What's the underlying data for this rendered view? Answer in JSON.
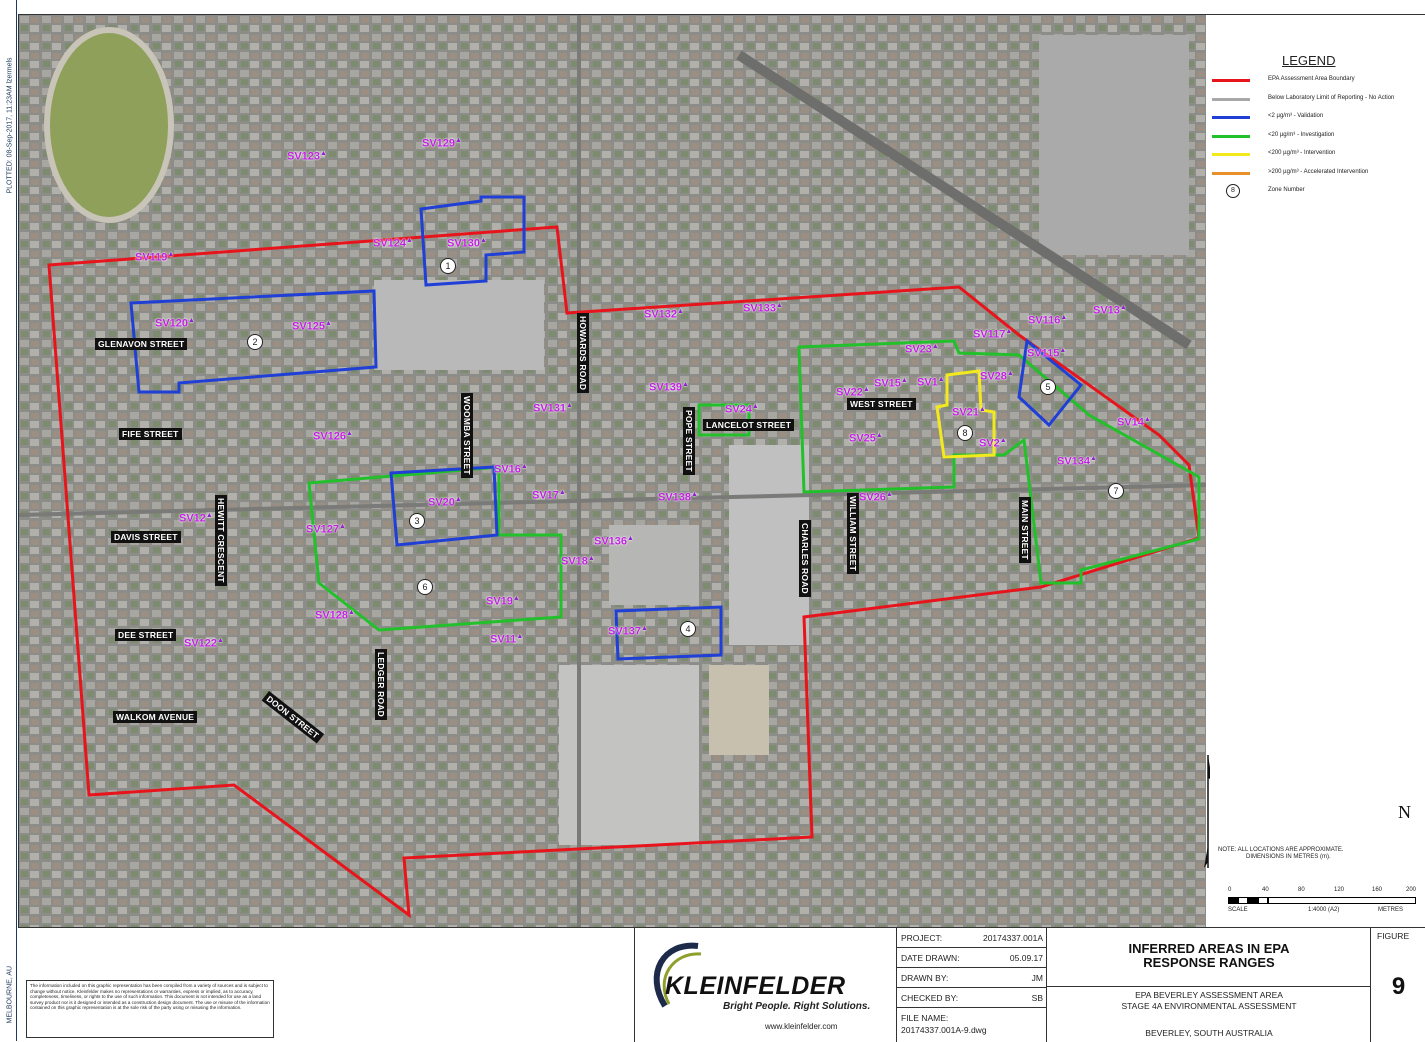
{
  "sidebar": {
    "plotted": "PLOTTED: 08-Sep-2017, 11:23AM   lzermels",
    "city": "MELBOURNE, AU"
  },
  "streets": [
    {
      "label": "GLENAVON STREET"
    },
    {
      "label": "FIFE STREET"
    },
    {
      "label": "DAVIS STREET"
    },
    {
      "label": "DEE STREET"
    },
    {
      "label": "WALKOM AVENUE"
    },
    {
      "label": "HEWITT CRESCENT"
    },
    {
      "label": "DOON STREET"
    },
    {
      "label": "LEDGER ROAD"
    },
    {
      "label": "WOOMBA STREET"
    },
    {
      "label": "HOWARDS ROAD"
    },
    {
      "label": "POPE STREET"
    },
    {
      "label": "LANCELOT STREET"
    },
    {
      "label": "CHARLES ROAD"
    },
    {
      "label": "WILLIAM STREET"
    },
    {
      "label": "WEST STREET"
    },
    {
      "label": "MAIN STREET"
    }
  ],
  "sample_points": [
    {
      "label": "SV123"
    },
    {
      "label": "SV129"
    },
    {
      "label": "SV119"
    },
    {
      "label": "SV124"
    },
    {
      "label": "SV130"
    },
    {
      "label": "SV120"
    },
    {
      "label": "SV125"
    },
    {
      "label": "SV126"
    },
    {
      "label": "SV12"
    },
    {
      "label": "SV127"
    },
    {
      "label": "SV128"
    },
    {
      "label": "SV122"
    },
    {
      "label": "SV20"
    },
    {
      "label": "SV16"
    },
    {
      "label": "SV17"
    },
    {
      "label": "SV19"
    },
    {
      "label": "SV11"
    },
    {
      "label": "SV18"
    },
    {
      "label": "SV136"
    },
    {
      "label": "SV131"
    },
    {
      "label": "SV132"
    },
    {
      "label": "SV133"
    },
    {
      "label": "SV139"
    },
    {
      "label": "SV138"
    },
    {
      "label": "SV137"
    },
    {
      "label": "SV24"
    },
    {
      "label": "SV23"
    },
    {
      "label": "SV22"
    },
    {
      "label": "SV15"
    },
    {
      "label": "SV1"
    },
    {
      "label": "SV21"
    },
    {
      "label": "SV28"
    },
    {
      "label": "SV25"
    },
    {
      "label": "SV26"
    },
    {
      "label": "SV117"
    },
    {
      "label": "SV116"
    },
    {
      "label": "SV13"
    },
    {
      "label": "SV115"
    },
    {
      "label": "SV134"
    },
    {
      "label": "SV2"
    },
    {
      "label": "SV14"
    }
  ],
  "zones": [
    "1",
    "2",
    "3",
    "4",
    "5",
    "6",
    "7",
    "8"
  ],
  "legend": {
    "title": "LEGEND",
    "items": [
      {
        "color": "#e8141c",
        "label": "EPA Assessment Area Boundary"
      },
      {
        "color": "#a8a8a8",
        "label": "Below Laboratory Limit of Reporting - No Action"
      },
      {
        "color": "#1f3fd6",
        "label": "<2 µg/m³ - Validation"
      },
      {
        "color": "#22c02a",
        "label": "<20 µg/m³ - Investigation"
      },
      {
        "color": "#f2ea1c",
        "label": "<200 µg/m³ - Intervention"
      },
      {
        "color": "#e8902a",
        "label": ">200 µg/m³ - Accelerated Intervention"
      }
    ],
    "zone_label": "Zone Number",
    "zone_symbol": "8"
  },
  "north": "N",
  "note": {
    "line1": "NOTE:  ALL LOCATIONS ARE APPROXIMATE.",
    "line2": "DIMENSIONS IN METRES (m)."
  },
  "scale": {
    "ticks": [
      "0",
      "40",
      "80",
      "120",
      "160",
      "200"
    ],
    "scale_label": "SCALE",
    "ratio": "1:4000  (A2)",
    "units": "METRES"
  },
  "disclaimer": "The information included on this graphic representation has been compiled from a variety of sources and is subject to change without notice. Kleinfelder makes no representations or warranties, express or implied, as to accuracy, completeness, timeliness, or rights to the use of such information. This document is not intended for use as a land survey product nor is it designed or intended as a construction design document. The use or misuse of the information contained on this graphic representation is at the sole risk of the party using or misusing the information.",
  "company": {
    "name": "KLEINFELDER",
    "tagline": "Bright People. Right Solutions.",
    "url": "www.kleinfelder.com"
  },
  "info": {
    "project_k": "PROJECT:",
    "project_v": "20174337.001A",
    "date_k": "DATE DRAWN:",
    "date_v": "05.09.17",
    "drawn_k": "DRAWN BY:",
    "drawn_v": "JM",
    "checked_k": "CHECKED BY:",
    "checked_v": "SB",
    "file_k": "FILE NAME:",
    "file_v": "20174337.001A-9.dwg"
  },
  "title_block": {
    "title1": "INFERRED AREAS IN EPA",
    "title2": "RESPONSE RANGES",
    "sub1": "EPA BEVERLEY ASSESSMENT AREA",
    "sub2": "STAGE 4A ENVIRONMENTAL ASSESSMENT",
    "location": "BEVERLEY, SOUTH AUSTRALIA"
  },
  "figure": {
    "label": "FIGURE",
    "number": "9"
  }
}
